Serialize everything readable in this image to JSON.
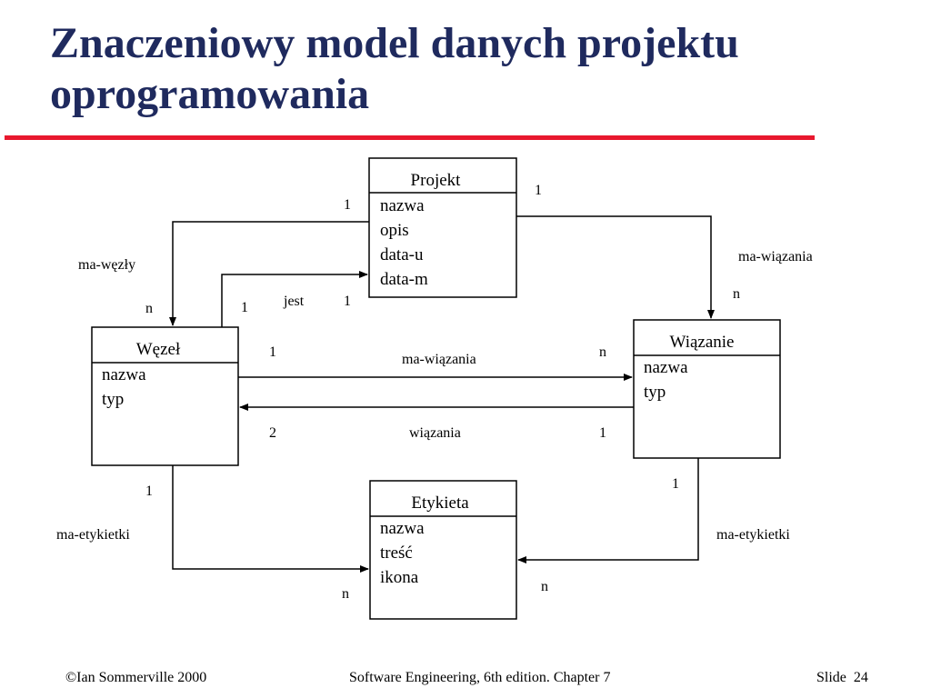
{
  "title": {
    "line1": "Znaczeniowy model danych projektu",
    "line2": "oprogramowania"
  },
  "entities": {
    "projekt": {
      "name": "Projekt",
      "attributes": [
        "nazwa",
        "opis",
        "data-u",
        "data-m"
      ]
    },
    "wezel": {
      "name": "Węzeł",
      "attributes": [
        "nazwa",
        "typ"
      ]
    },
    "wiazanie": {
      "name": "Wiązanie",
      "attributes": [
        "nazwa",
        "typ"
      ]
    },
    "etykieta": {
      "name": "Etykieta",
      "attributes": [
        "nazwa",
        "treść",
        "ikona"
      ]
    }
  },
  "relations": {
    "ma_wezly": {
      "label": "ma-węzły",
      "from_card": "1",
      "to_card": "n"
    },
    "jest": {
      "label": "jest",
      "from_card": "1",
      "to_card": "1"
    },
    "projekt_ma_wiazania": {
      "label": "ma-wiązania",
      "from_card": "1",
      "to_card": "n"
    },
    "wezel_ma_wiazania": {
      "label": "ma-wiązania",
      "from_card": "1",
      "to_card": "n"
    },
    "wiazania": {
      "label": "wiązania",
      "from_card": "1",
      "to_card": "2"
    },
    "wezel_ma_etykietki": {
      "label": "ma-etykietki",
      "from_card": "1",
      "to_card": "n"
    },
    "wiazanie_ma_etykietki": {
      "label": "ma-etykietki",
      "from_card": "1",
      "to_card": "n"
    }
  },
  "footer": {
    "left": "©Ian Sommerville 2000",
    "center": "Software Engineering, 6th edition. Chapter 7",
    "right": "Slide  24"
  }
}
